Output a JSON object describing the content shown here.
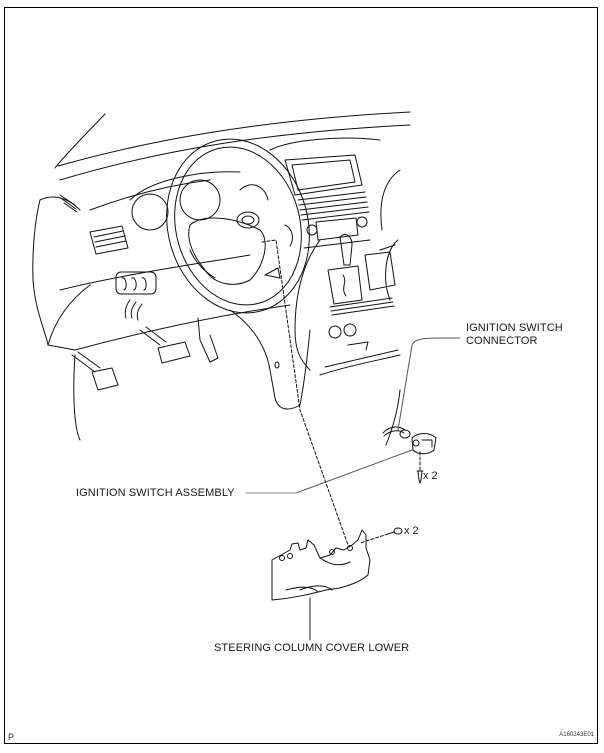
{
  "diagram": {
    "type": "exploded-parts-illustration",
    "subject": "Vehicle dashboard with steering column — ignition switch removal",
    "labels": {
      "ignition_switch_connector_line1": "IGNITION SWITCH",
      "ignition_switch_connector_line2": "CONNECTOR",
      "ignition_switch_assembly": "IGNITION SWITCH ASSEMBLY",
      "steering_column_cover_lower": "STEERING COLUMN COVER LOWER"
    },
    "fasteners": [
      {
        "part": "screw",
        "location": "ignition switch assembly",
        "quantity_label": "x 2"
      },
      {
        "part": "screw",
        "location": "steering column cover lower",
        "quantity_label": "x 2"
      }
    ],
    "footer": {
      "view_marker": "P",
      "figure_id": "A160243E01"
    }
  }
}
